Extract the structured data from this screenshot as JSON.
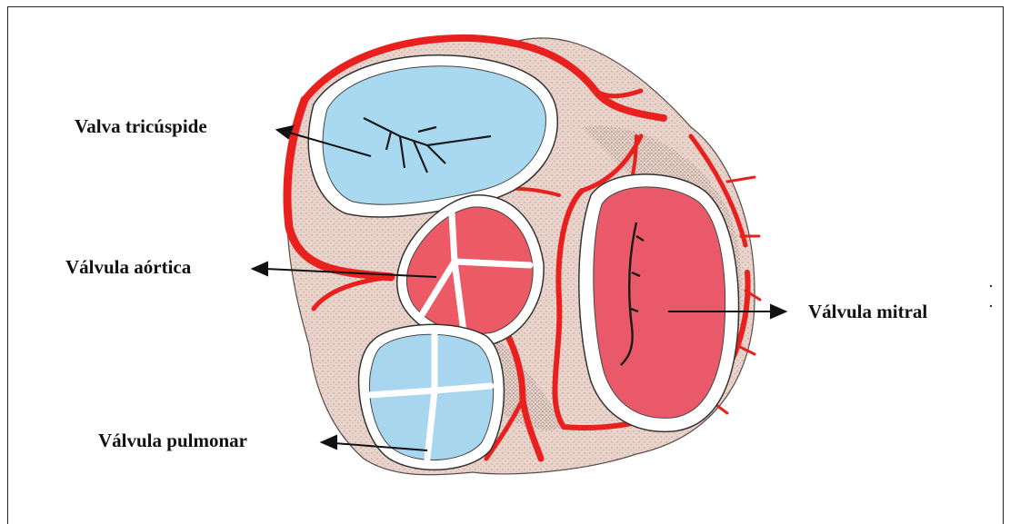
{
  "labels": {
    "tricuspid": "Valva tricúspide",
    "aortic": "Válvula aórtica",
    "mitral": "Válvula mitral",
    "pulmonary": "Válvula pulmonar"
  },
  "colors": {
    "vessel_red": "#e8211f",
    "tissue": "#e9cfc6",
    "tricuspid_blue": "#a9d9f0",
    "aortic_red": "#ec5a66",
    "mitral_red": "#e9596a",
    "pulmonary_blue": "#a8d6ee",
    "ring_white": "#ffffff",
    "shading": "#8a7c78"
  }
}
